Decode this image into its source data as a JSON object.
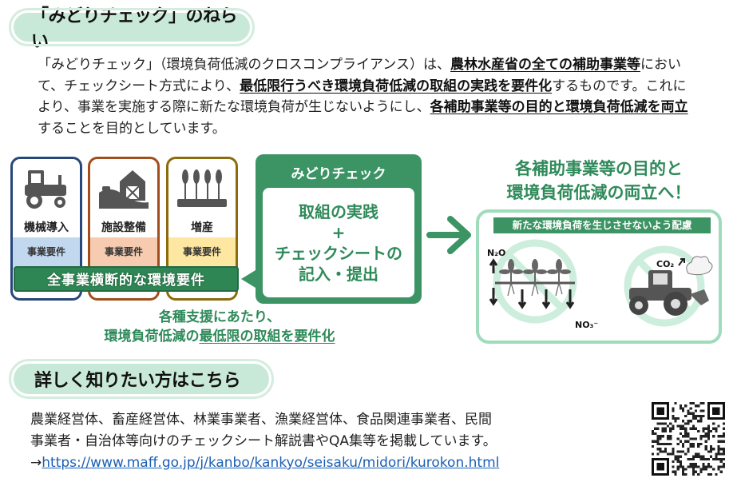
{
  "section1": {
    "heading": "「みどりチェック」のねらい",
    "paragraph": [
      {
        "text": "「みどりチェック」（環境負荷低減のクロスコンプライアンス）は、",
        "bold": false
      },
      {
        "text": "農林水産省の全ての補助事業等",
        "bold": true
      },
      {
        "text": "において、チェックシート方式により、",
        "bold": false
      },
      {
        "text": "最低限行うべき環境負荷低減の取組の実践を要件化",
        "bold": true
      },
      {
        "text": "するものです。これにより、事業を実施する際に新たな環境負荷が生じないようにし、",
        "bold": false
      },
      {
        "text": "各補助事業等の目的と環境負荷低減を両立",
        "bold": true
      },
      {
        "text": "することを目的としています。",
        "bold": false
      }
    ]
  },
  "diagram": {
    "cards": [
      {
        "title": "機械導入",
        "requirement": "事業要件",
        "icon": "tractor-icon",
        "border_color": "#27477a"
      },
      {
        "title": "施設整備",
        "requirement": "事業要件",
        "icon": "barn-icon",
        "border_color": "#a14d1c"
      },
      {
        "title": "増産",
        "requirement": "事業要件",
        "icon": "wheat-icon",
        "border_color": "#8c6b0c"
      }
    ],
    "cross_requirement": "全事業横断的な環境要件",
    "midori_box": {
      "title": "みどりチェック",
      "line1": "取組の実践",
      "plus": "+",
      "line2": "チェックシートの",
      "line3": "記入・提出"
    },
    "goal": {
      "line1": "各補助事業等の目的と",
      "line2": "環境負荷低減の両立へ！"
    },
    "result_box": {
      "banner": "新たな環境負荷を生じさせないよう配慮",
      "labels": {
        "n2o": "N₂O",
        "no3": "NO₃⁻",
        "co2": "CO₂"
      }
    },
    "support": {
      "line1": "各種支援にあたり、",
      "line2_prefix": "環境負荷低減の",
      "line2_underlined": "最低限の取組を要件化"
    }
  },
  "section2": {
    "heading": "詳しく知りたい方はこちら",
    "line1": "農業経営体、畜産経営体、林業事業者、漁業経営体、食品関連事業者、民間",
    "line2": "事業者・自治体等向けのチェックシート解説書やQA集等を掲載しています。",
    "arrow": "→",
    "url": "https://www.maff.go.jp/j/kanbo/kankyo/seisaku/midori/kurokon.html"
  },
  "colors": {
    "green": "#3c9464",
    "pill_bg": "#c9e9d8",
    "link": "#1a5fb4"
  }
}
